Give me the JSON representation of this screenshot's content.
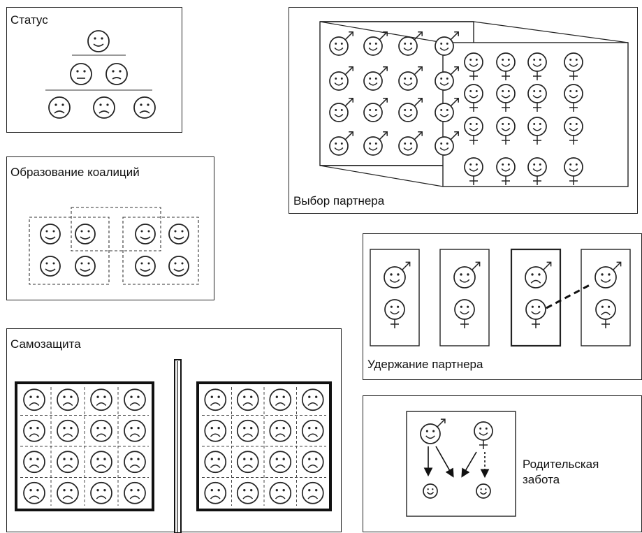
{
  "panels": {
    "status": {
      "title": "Статус"
    },
    "coalitions": {
      "title": "Образование коалиций"
    },
    "mate_choice": {
      "title": "Выбор партнера"
    },
    "self_defense": {
      "title": "Самозащита"
    },
    "mate_retention": {
      "title": "Удержание партнера"
    },
    "parental_care": {
      "title_line1": "Родительская",
      "title_line2": "забота"
    }
  },
  "symbols": {
    "male": "♂",
    "female": "♀"
  }
}
